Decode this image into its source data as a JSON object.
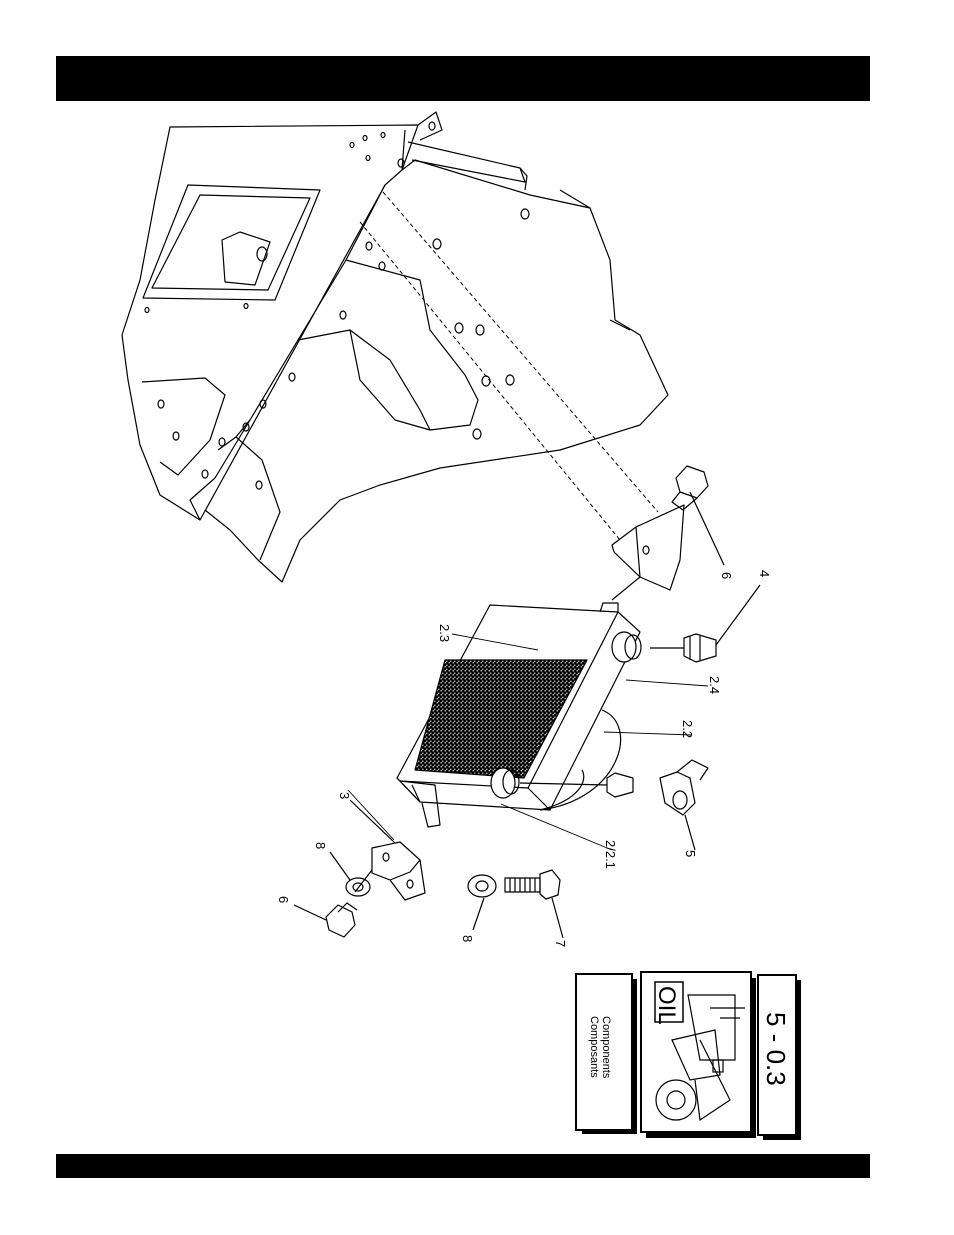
{
  "callouts": {
    "c6a": "6",
    "c4": "4",
    "c23": "2.3",
    "c24": "2.4",
    "c22": "2.2",
    "c3": "3",
    "c8a": "8",
    "c6b": "6",
    "c8b": "8",
    "c7": "7",
    "c5": "5",
    "c21": "2/2.1"
  },
  "badge": {
    "line1": "Components",
    "line2": "Composants",
    "oil_label": "OIL",
    "page_number": "5 - 0.3"
  }
}
